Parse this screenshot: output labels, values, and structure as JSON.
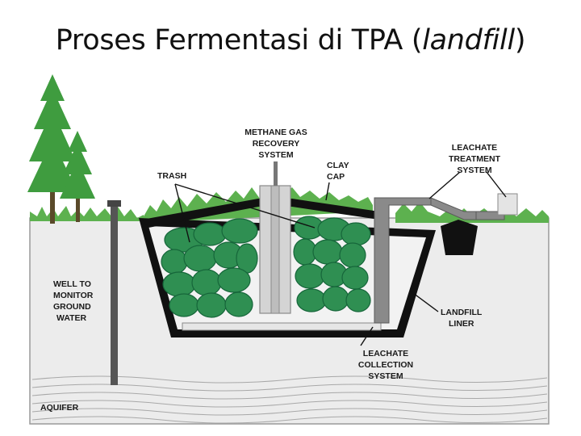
{
  "slide": {
    "title_main": "Proses Fermentasi di TPA (",
    "title_italic": "landfill",
    "title_end": ")"
  },
  "diagram": {
    "labels": {
      "methane_1": "METHANE GAS",
      "methane_2": "RECOVERY",
      "methane_3": "SYSTEM",
      "trash": "TRASH",
      "clay_1": "CLAY",
      "clay_2": "CAP",
      "leachate_treat_1": "LEACHATE",
      "leachate_treat_2": "TREATMENT",
      "leachate_treat_3": "SYSTEM",
      "well_1": "WELL TO",
      "well_2": "MONITOR",
      "well_3": "GROUND",
      "well_4": "WATER",
      "liner_1": "LANDFILL",
      "liner_2": "LINER",
      "collect_1": "LEACHATE",
      "collect_2": "COLLECTION",
      "collect_3": "SYSTEM",
      "aquifer": "AQUIFER"
    },
    "colors": {
      "grass": "#5db14f",
      "tree": "#3f9c3f",
      "trash": "#2f8f52",
      "trash_outline": "#16663a",
      "liner": "#111111",
      "pipe": "#bdbdbd",
      "ground": "#ececec"
    }
  }
}
